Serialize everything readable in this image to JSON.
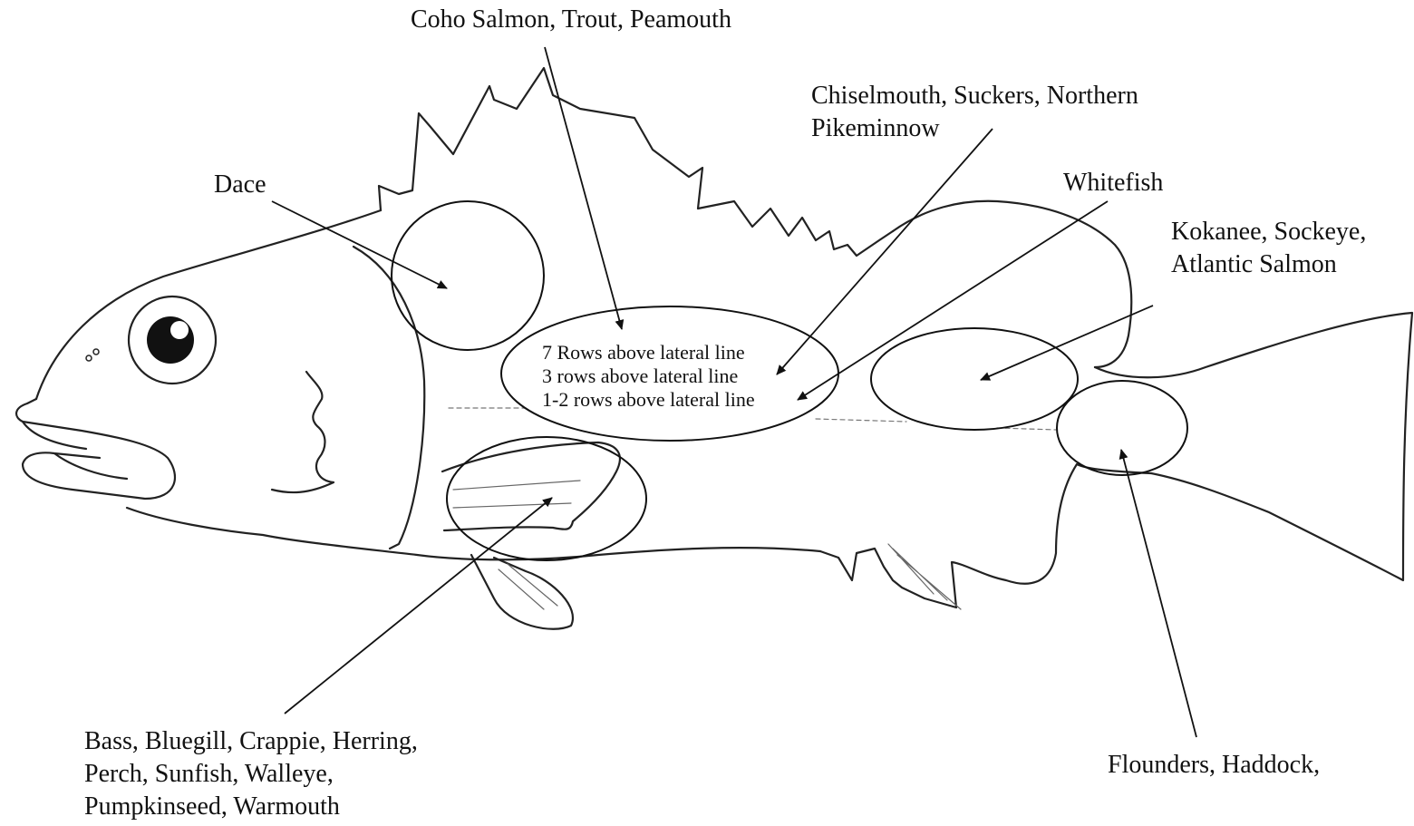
{
  "labels": {
    "coho": "Coho Salmon, Trout, Peamouth",
    "chisel_1": "Chiselmouth, Suckers, Northern",
    "chisel_2": "Pikeminnow",
    "whitefish": "Whitefish",
    "kokanee_1": "Kokanee, Sockeye,",
    "kokanee_2": "Atlantic Salmon",
    "dace": "Dace",
    "rows_7": "7 Rows above lateral line",
    "rows_3": "3 rows above lateral line",
    "rows_12": "1-2 rows above lateral line",
    "bass_1": "Bass, Bluegill, Crappie, Herring,",
    "bass_2": "Perch, Sunfish, Walleye,",
    "bass_3": "Pumpkinseed, Warmouth",
    "flounders": "Flounders, Haddock,"
  }
}
